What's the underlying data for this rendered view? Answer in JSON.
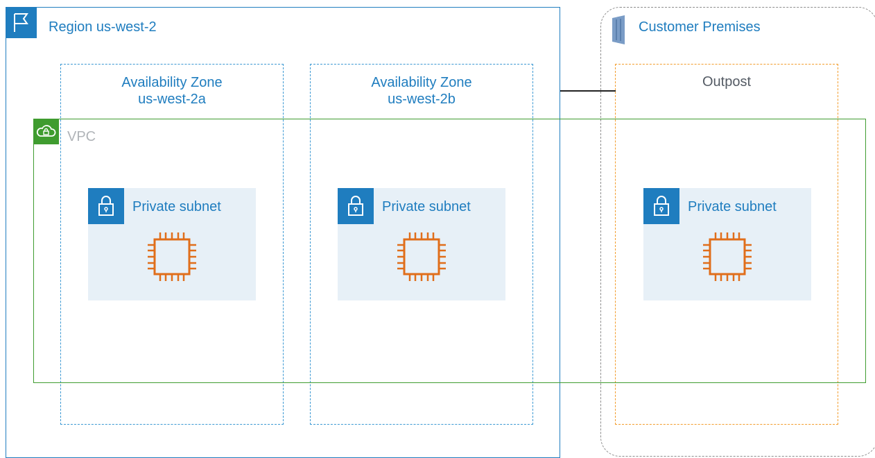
{
  "region": {
    "label": "Region us-west-2",
    "icon": "flag-icon",
    "color": "#1f7dbf"
  },
  "premises": {
    "label": "Customer Premises",
    "icon": "building-icon"
  },
  "zones": [
    {
      "label": "Availability Zone\nus-west-2a"
    },
    {
      "label": "Availability Zone\nus-west-2b"
    }
  ],
  "outpost": {
    "label": "Outpost",
    "color": "#f39c2b"
  },
  "vpc": {
    "label": "VPC",
    "icon": "vpc-cloud-lock-icon",
    "color": "#3f9c2f"
  },
  "subnets": [
    {
      "label": "Private subnet",
      "icon": "lock-icon",
      "instance_icon": "ec2-instance-icon"
    },
    {
      "label": "Private subnet",
      "icon": "lock-icon",
      "instance_icon": "ec2-instance-icon"
    },
    {
      "label": "Private subnet",
      "icon": "lock-icon",
      "instance_icon": "ec2-instance-icon"
    }
  ]
}
